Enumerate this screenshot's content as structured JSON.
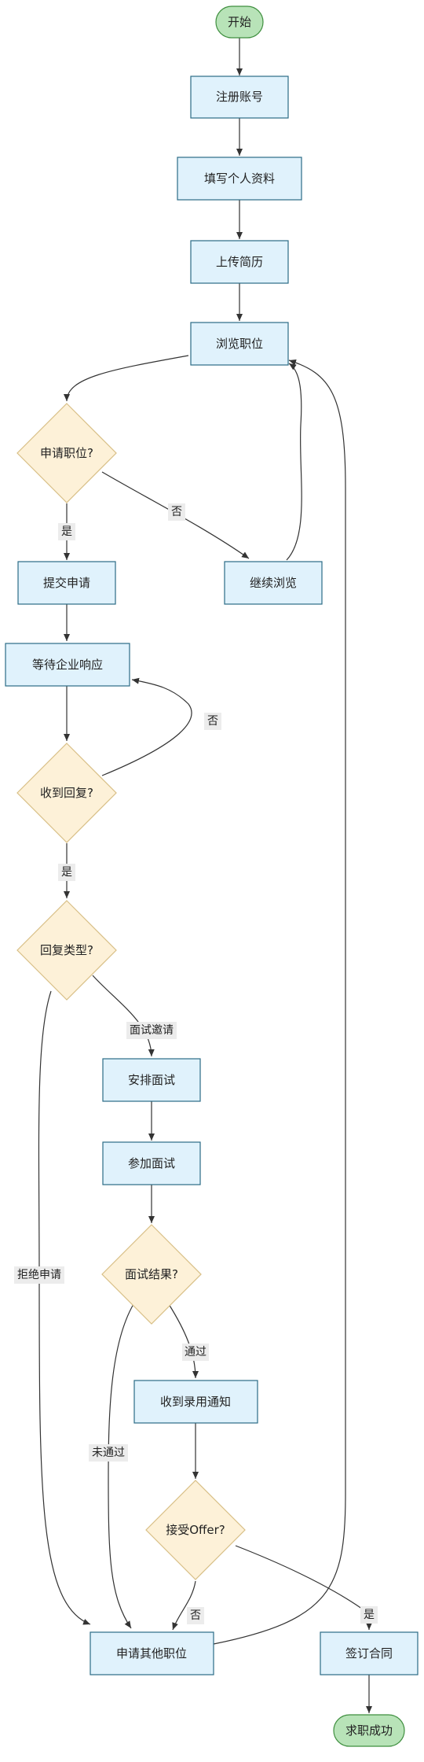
{
  "nodes": {
    "start": "开始",
    "register": "注册账号",
    "profile": "填写个人资料",
    "upload": "上传简历",
    "browse": "浏览职位",
    "apply_q": "申请职位?",
    "submit": "提交申请",
    "continue": "继续浏览",
    "wait": "等待企业响应",
    "reply_q": "收到回复?",
    "type_q": "回复类型?",
    "schedule": "安排面试",
    "attend": "参加面试",
    "result_q": "面试结果?",
    "offer_notice": "收到录用通知",
    "accept_q": "接受Offer?",
    "other": "申请其他职位",
    "sign": "签订合同",
    "success": "求职成功"
  },
  "labels": {
    "no1": "否",
    "yes1": "是",
    "no2": "否",
    "yes2": "是",
    "invite": "面试邀请",
    "reject": "拒绝申请",
    "pass": "通过",
    "fail": "未通过",
    "no3": "否",
    "yes3": "是"
  }
}
